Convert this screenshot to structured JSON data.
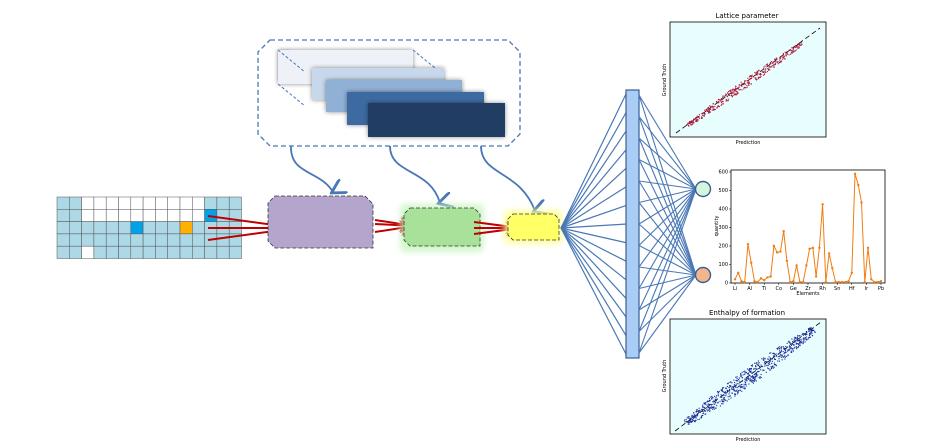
{
  "lattice_plot": {
    "title": "Lattice parameter",
    "xlabel": "Prediction",
    "ylabel": "Ground Truth",
    "color": "#b0153a",
    "bg": "#e8fdfd"
  },
  "enthalpy_plot": {
    "title": "Enthalpy of formation",
    "xlabel": "Prediction",
    "ylabel": "Ground Truth",
    "color": "#1a2a9a",
    "bg": "#e8fdfd"
  },
  "element_plot": {
    "xlabel": "Elements",
    "ylabel": "quantity",
    "color": "#f07d12"
  },
  "colors": {
    "periodic_cell": "#add8e6",
    "highlight_blue": "#00a2e8",
    "highlight_orange": "#ffb000",
    "purple_block": "#b4a5cc",
    "green_block": "#a8e29a",
    "yellow_block": "#ffff66",
    "arrow_red": "#c00000",
    "net_blue": "#4a78b5",
    "out_node_green": "#d5f5dc",
    "out_node_orange": "#f4b48c"
  },
  "chart_data": [
    {
      "type": "scatter",
      "title": "Lattice parameter",
      "xlabel": "Prediction",
      "ylabel": "Ground Truth",
      "series": [
        {
          "name": "",
          "trend": "y = x"
        }
      ]
    },
    {
      "type": "line",
      "title": "",
      "xlabel": "Elements",
      "ylabel": "quantity",
      "ylim": [
        0,
        600
      ],
      "yticks": [
        0,
        100,
        200,
        300,
        400,
        500,
        600
      ],
      "xticks": [
        "Li",
        "Al",
        "Ti",
        "Co",
        "Ge",
        "Zr",
        "Rh",
        "Sn",
        "Hf",
        "Ir",
        "Pb"
      ],
      "values": [
        20,
        55,
        10,
        5,
        210,
        110,
        10,
        5,
        25,
        15,
        30,
        35,
        200,
        165,
        170,
        280,
        120,
        5,
        10,
        95,
        5,
        5,
        95,
        185,
        190,
        35,
        190,
        425,
        5,
        160,
        80,
        5,
        5,
        5,
        5,
        10,
        55,
        590,
        530,
        435,
        5,
        190,
        20,
        5,
        5,
        10
      ]
    },
    {
      "type": "scatter",
      "title": "Enthalpy of formation",
      "xlabel": "Prediction",
      "ylabel": "Ground Truth",
      "series": [
        {
          "name": "",
          "trend": "y = x"
        }
      ]
    }
  ]
}
